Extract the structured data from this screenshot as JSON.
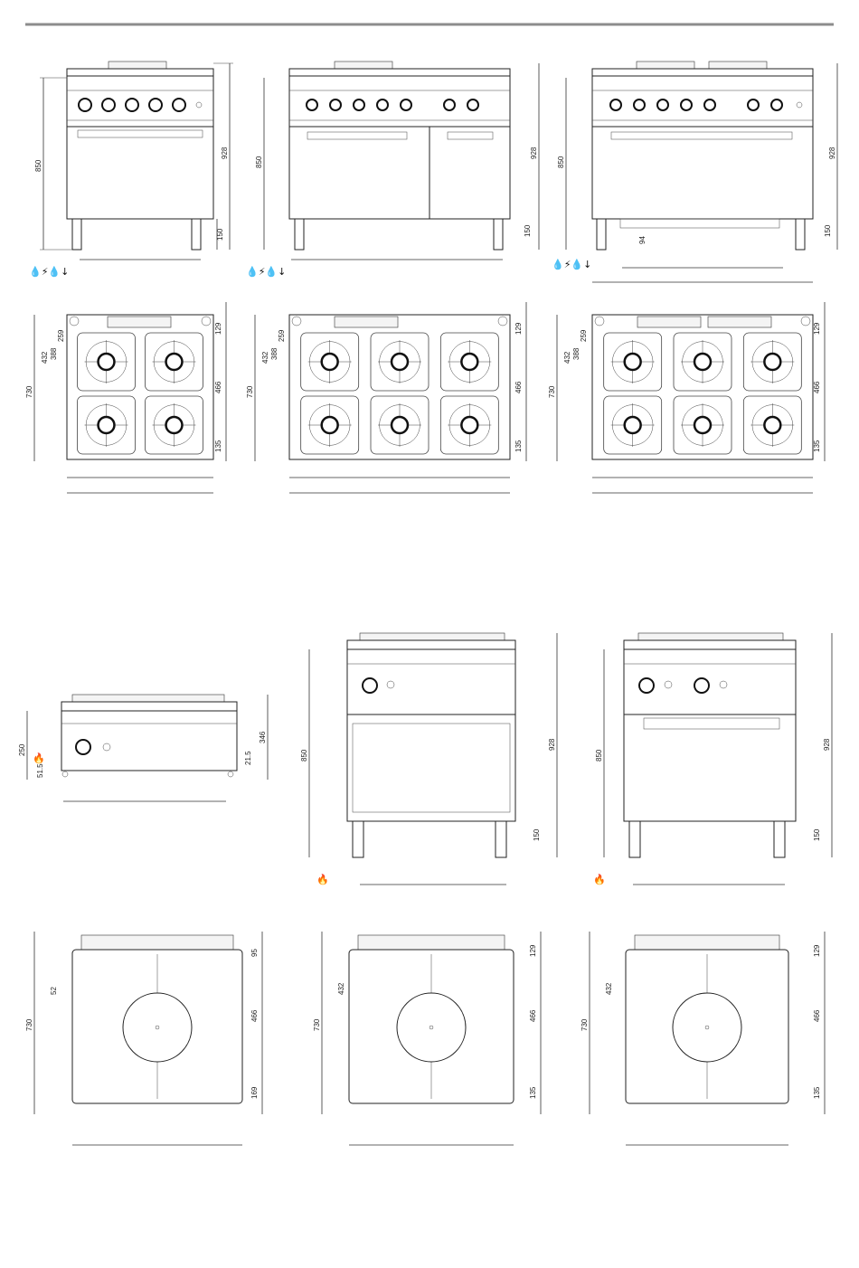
{
  "page": {
    "rule_color": "#8c8c8c",
    "ink_color": "#222222"
  },
  "row1_front": [
    {
      "height": "850",
      "total_height": "928",
      "leg": "150",
      "icons": "💧⚡💧↓",
      "knobs": 5,
      "oven": "single"
    },
    {
      "height": "850",
      "total_height": "928",
      "leg": "150",
      "icons": "💧⚡💧↓",
      "knobs": 7,
      "oven": "double"
    },
    {
      "height": "850",
      "total_height": "928",
      "leg": "150",
      "icons": "💧⚡💧↓",
      "knobs": 7,
      "oven": "wide",
      "extra": "94"
    }
  ],
  "row2_top": [
    {
      "depth": "730",
      "d1": "432",
      "d2": "388",
      "d3": "259",
      "r1": "129",
      "r2": "466",
      "r3": "135",
      "burners": 4
    },
    {
      "depth": "730",
      "d1": "432",
      "d2": "388",
      "d3": "259",
      "r1": "129",
      "r2": "466",
      "r3": "135",
      "burners": 6
    },
    {
      "depth": "730",
      "d1": "432",
      "d2": "388",
      "d3": "259",
      "r1": "129",
      "r2": "466",
      "r3": "135",
      "burners": 6
    }
  ],
  "row3_front": [
    {
      "height": "250",
      "total_height": "346",
      "side": "21.5",
      "inlet": "51.5",
      "type": "top"
    },
    {
      "height": "850",
      "total_height": "928",
      "leg": "150",
      "type": "cabinet",
      "knobs": 1
    },
    {
      "height": "850",
      "total_height": "928",
      "leg": "150",
      "type": "oven",
      "knobs": 2
    }
  ],
  "row4_top": [
    {
      "depth": "730",
      "d1": "52",
      "r1": "95",
      "r2": "466",
      "r3": "169"
    },
    {
      "depth": "730",
      "d1": "432",
      "r1": "129",
      "r2": "466",
      "r3": "135"
    },
    {
      "depth": "730",
      "d1": "432",
      "r1": "129",
      "r2": "466",
      "r3": "135"
    }
  ]
}
